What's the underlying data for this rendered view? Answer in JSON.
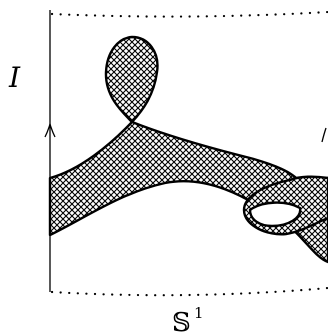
{
  "labels": {
    "vertical_axis": "I",
    "horizontal_base": "𝕊",
    "horizontal_exponent": "1"
  },
  "colors": {
    "ink": "#000000",
    "background": "#ffffff"
  },
  "fill_pattern": "crosshatch"
}
